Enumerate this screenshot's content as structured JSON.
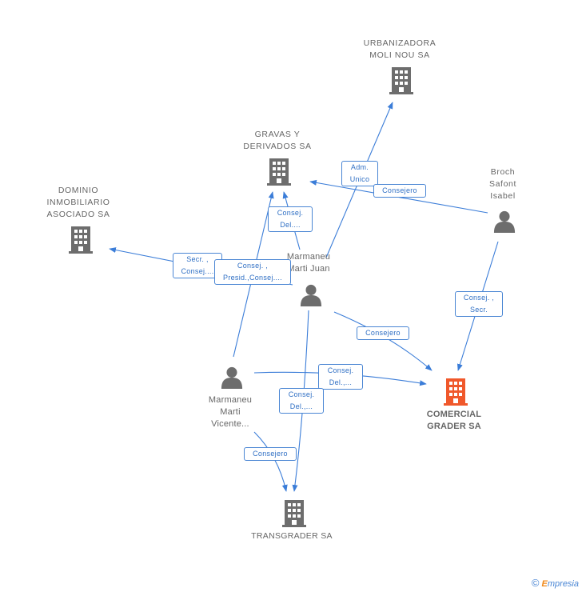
{
  "colors": {
    "edge": "#3b7dd8",
    "company": "#6d6d6d",
    "person": "#6d6d6d",
    "focus": "#f0582b"
  },
  "nodes": {
    "urbanizadora": {
      "name_line1": "URBANIZADORA",
      "name_line2": "MOLI NOU SA",
      "icon": "building-icon"
    },
    "gravas": {
      "name_line1": "GRAVAS Y",
      "name_line2": "DERIVADOS SA",
      "icon": "building-icon"
    },
    "dominio": {
      "name_line1": "DOMINIO",
      "name_line2": "INMOBILIARIO",
      "name_line3": "ASOCIADO SA",
      "icon": "building-icon"
    },
    "broch": {
      "name_line1": "Broch",
      "name_line2": "Safont",
      "name_line3": "Isabel",
      "icon": "person-icon"
    },
    "marmaneu_juan": {
      "name_line1": "Marmaneu",
      "name_line2": "Marti Juan",
      "icon": "person-icon"
    },
    "marmaneu_vicente": {
      "name_line1": "Marmaneu",
      "name_line2": "Marti",
      "name_line3": "Vicente...",
      "icon": "person-icon"
    },
    "comercial": {
      "name_line1": "COMERCIAL",
      "name_line2": "GRADER SA",
      "icon": "building-icon"
    },
    "transgrader": {
      "name_line1": "TRANSGRADER SA",
      "icon": "building-icon"
    }
  },
  "edges": {
    "adm_unico": {
      "line1": "Adm.",
      "line2": "Unico"
    },
    "consejero_broch_gravas": {
      "line1": "Consejero"
    },
    "consej_del_gravas": {
      "line1": "Consej.",
      "line2": "Del...."
    },
    "secr_consej_dominio": {
      "line1": "Secr. ,",
      "line2": "Consej...."
    },
    "consej_presid": {
      "line1": "Consej. ,",
      "line2": "Presid.,Consej...."
    },
    "consej_secr_broch": {
      "line1": "Consej. ,",
      "line2": "Secr."
    },
    "consejero_juan_comercial": {
      "line1": "Consejero"
    },
    "consej_del_vicente_comercial": {
      "line1": "Consej.",
      "line2": "Del.,..."
    },
    "consej_del_juan_trans": {
      "line1": "Consej.",
      "line2": "Del.,..."
    },
    "consejero_vicente_trans": {
      "line1": "Consejero"
    }
  },
  "footer": {
    "copyright_symbol": "©",
    "brand_first": "E",
    "brand_rest": "mpresia"
  }
}
